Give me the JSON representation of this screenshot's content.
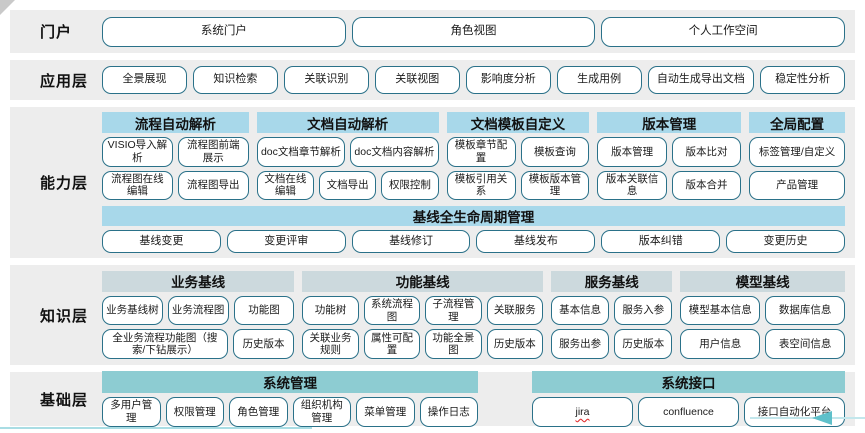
{
  "colors": {
    "band_background": "#ededed",
    "header_blue": "#a8d8ea",
    "header_gray": "#ccd9dd",
    "header_teal": "#8dccd2",
    "button_border": "#2a7189",
    "accent_arrow": "#5fc0ca",
    "spellcheck_underline": "#e03131"
  },
  "portal": {
    "label": "门户",
    "items": [
      "系统门户",
      "角色视图",
      "个人工作空间"
    ]
  },
  "application": {
    "label": "应用层",
    "items": [
      "全景展现",
      "知识检索",
      "关联识别",
      "关联视图",
      "影响度分析",
      "生成用例",
      "自动生成导出文档",
      "稳定性分析"
    ]
  },
  "capability": {
    "label": "能力层",
    "groups": [
      {
        "title": "流程自动解析",
        "rows": [
          [
            "VISIO导入解析",
            "流程图前端展示"
          ],
          [
            "流程图在线编辑",
            "流程图导出"
          ]
        ]
      },
      {
        "title": "文档自动解析",
        "rows": [
          [
            "doc文档章节解析",
            "doc文档内容解析"
          ],
          [
            "文档在线编辑",
            "文档导出",
            "权限控制"
          ]
        ]
      },
      {
        "title": "文档模板自定义",
        "rows": [
          [
            "模板章节配置",
            "模板查询"
          ],
          [
            "模板引用关系",
            "模板版本管理"
          ]
        ]
      },
      {
        "title": "版本管理",
        "rows": [
          [
            "版本管理",
            "版本比对"
          ],
          [
            "版本关联信息",
            "版本合并"
          ]
        ]
      },
      {
        "title": "全局配置",
        "rows": [
          [
            "标签管理/自定义"
          ],
          [
            "产品管理"
          ]
        ]
      }
    ],
    "baseline": {
      "title": "基线全生命周期管理",
      "items": [
        "基线变更",
        "变更评审",
        "基线修订",
        "基线发布",
        "版本纠错",
        "变更历史"
      ]
    }
  },
  "knowledge": {
    "label": "知识层",
    "groups": [
      {
        "title": "业务基线",
        "rows": [
          [
            "业务基线树",
            "业务流程图",
            "功能图"
          ],
          [
            "全业务流程功能图（搜索/下钻展示）",
            "历史版本"
          ]
        ]
      },
      {
        "title": "功能基线",
        "rows": [
          [
            "功能树",
            "系统流程图",
            "子流程管理",
            "关联服务"
          ],
          [
            "关联业务规则",
            "属性可配置",
            "功能全景图",
            "历史版本"
          ]
        ]
      },
      {
        "title": "服务基线",
        "rows": [
          [
            "基本信息",
            "服务入参"
          ],
          [
            "服务出参",
            "历史版本"
          ]
        ]
      },
      {
        "title": "模型基线",
        "rows": [
          [
            "模型基本信息",
            "数据库信息"
          ],
          [
            "用户信息",
            "表空间信息"
          ]
        ]
      }
    ]
  },
  "foundation": {
    "label": "基础层",
    "groups": [
      {
        "title": "系统管理",
        "items": [
          "多用户管理",
          "权限管理",
          "角色管理",
          "组织机构管理",
          "菜单管理",
          "操作日志"
        ]
      },
      {
        "title": "系统接口",
        "items": [
          "jira",
          "confluence",
          "接口自动化平台"
        ]
      }
    ]
  }
}
